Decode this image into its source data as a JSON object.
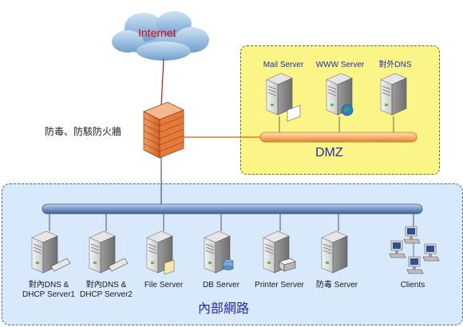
{
  "internet": {
    "label": "Internet"
  },
  "firewall": {
    "label": "防毒、防駭防火牆"
  },
  "dmz": {
    "title": "DMZ",
    "servers": [
      {
        "label": "Mail Server",
        "icon": "server-icon"
      },
      {
        "label": "WWW Server",
        "icon": "server-icon"
      },
      {
        "label": "對外DNS",
        "icon": "server-icon"
      }
    ]
  },
  "internal": {
    "title": "內部網路",
    "nodes": [
      {
        "label1": "對內DNS &",
        "label2": "DHCP Server1"
      },
      {
        "label1": "對內DNS &",
        "label2": "DHCP Server2"
      },
      {
        "label1": "File Server",
        "label2": ""
      },
      {
        "label1": "DB Server",
        "label2": ""
      },
      {
        "label1": "Printer Server",
        "label2": ""
      },
      {
        "label1": "防毒 Server",
        "label2": ""
      },
      {
        "label1": "Clients",
        "label2": ""
      }
    ]
  },
  "colors": {
    "dmz_zone": "#fbf587",
    "internal_zone": "#d7e9fb",
    "internet_text": "#d0101b",
    "zone_title": "#2a2aa8",
    "orange_bus": "#f6b36b",
    "blue_bus": "#8aa6cf"
  }
}
